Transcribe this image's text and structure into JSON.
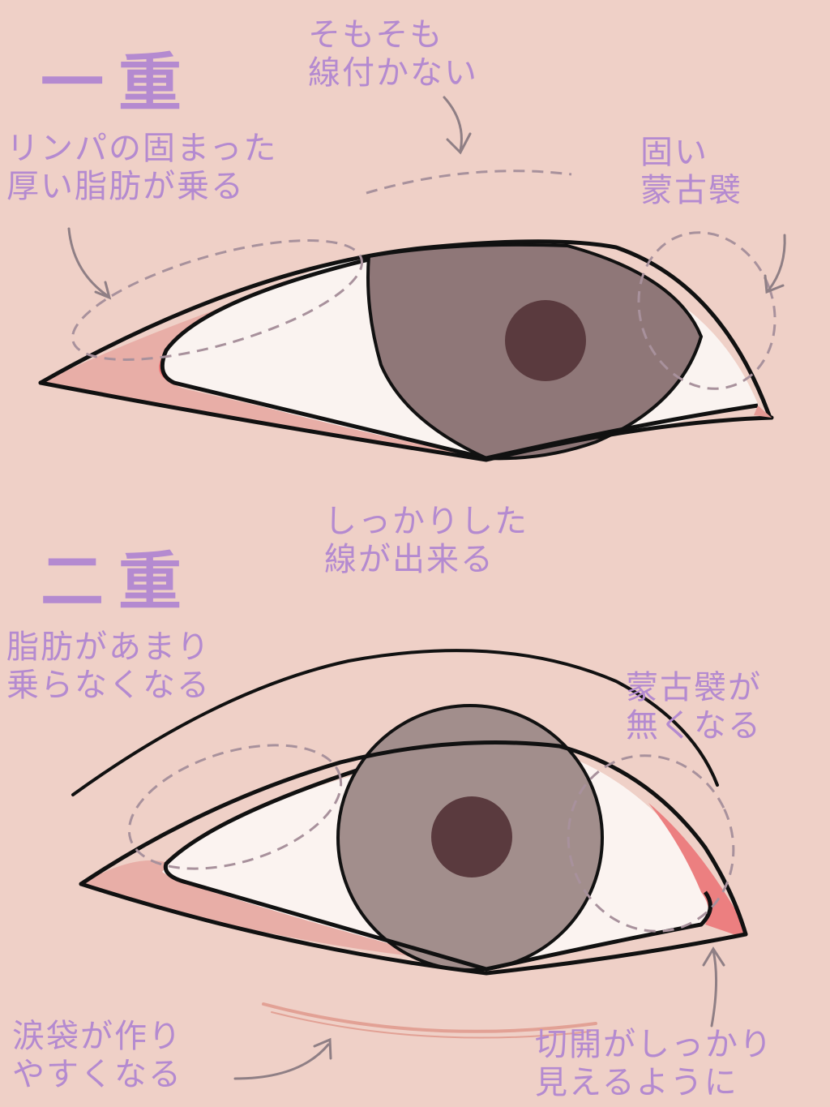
{
  "single_lid": {
    "title": "一重",
    "notes": {
      "no_crease": "そもそも\n線付かない",
      "fat": "リンパの固まった\n厚い脂肪が乗る",
      "epicanthus": "固い\n蒙古襞"
    }
  },
  "double_lid": {
    "title": "二重",
    "notes": {
      "crease": "しっかりした\n線が出来る",
      "less_fat": "脂肪があまり\n乗らなくなる",
      "no_epicanthus": "蒙古襞が\n無くなる",
      "tear_bag": "涙袋が作り\nやすくなる",
      "inner_corner": "切開がしっかり\n見えるように"
    }
  },
  "colors": {
    "background": "#efd0c7",
    "label": "#b48ad0",
    "iris": "#8f7778",
    "pupil": "#5a3a3e",
    "sclera": "#fbf4f1",
    "rim": "#e59a95"
  }
}
